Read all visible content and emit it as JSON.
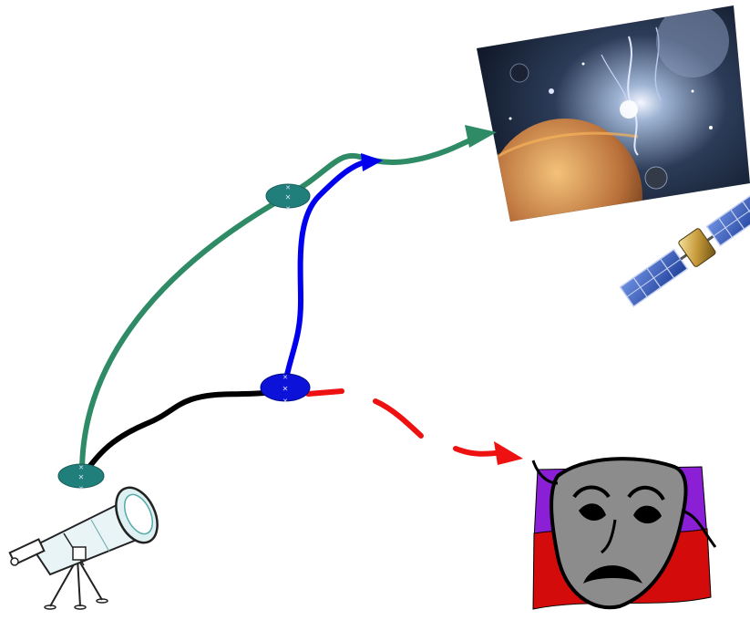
{
  "diagram": {
    "nodes": [
      {
        "id": "start-node",
        "color": "#207f7a"
      },
      {
        "id": "branch-node-green",
        "color": "#207f7a"
      },
      {
        "id": "branch-node-blue",
        "color": "#0d12d9"
      }
    ],
    "paths": [
      {
        "id": "green-path",
        "color": "#2e8b66",
        "style": "solid",
        "arrow": true
      },
      {
        "id": "black-path",
        "color": "#000000",
        "style": "solid",
        "arrow": false
      },
      {
        "id": "blue-path",
        "color": "#0000ee",
        "style": "solid",
        "arrow": true
      },
      {
        "id": "red-path",
        "color": "#ee1111",
        "style": "dashed",
        "arrow": true
      }
    ],
    "illustrations": [
      {
        "name": "telescope-icon"
      },
      {
        "name": "space-scene-image"
      },
      {
        "name": "satellite-icon"
      },
      {
        "name": "tragedy-mask-icon"
      }
    ]
  }
}
